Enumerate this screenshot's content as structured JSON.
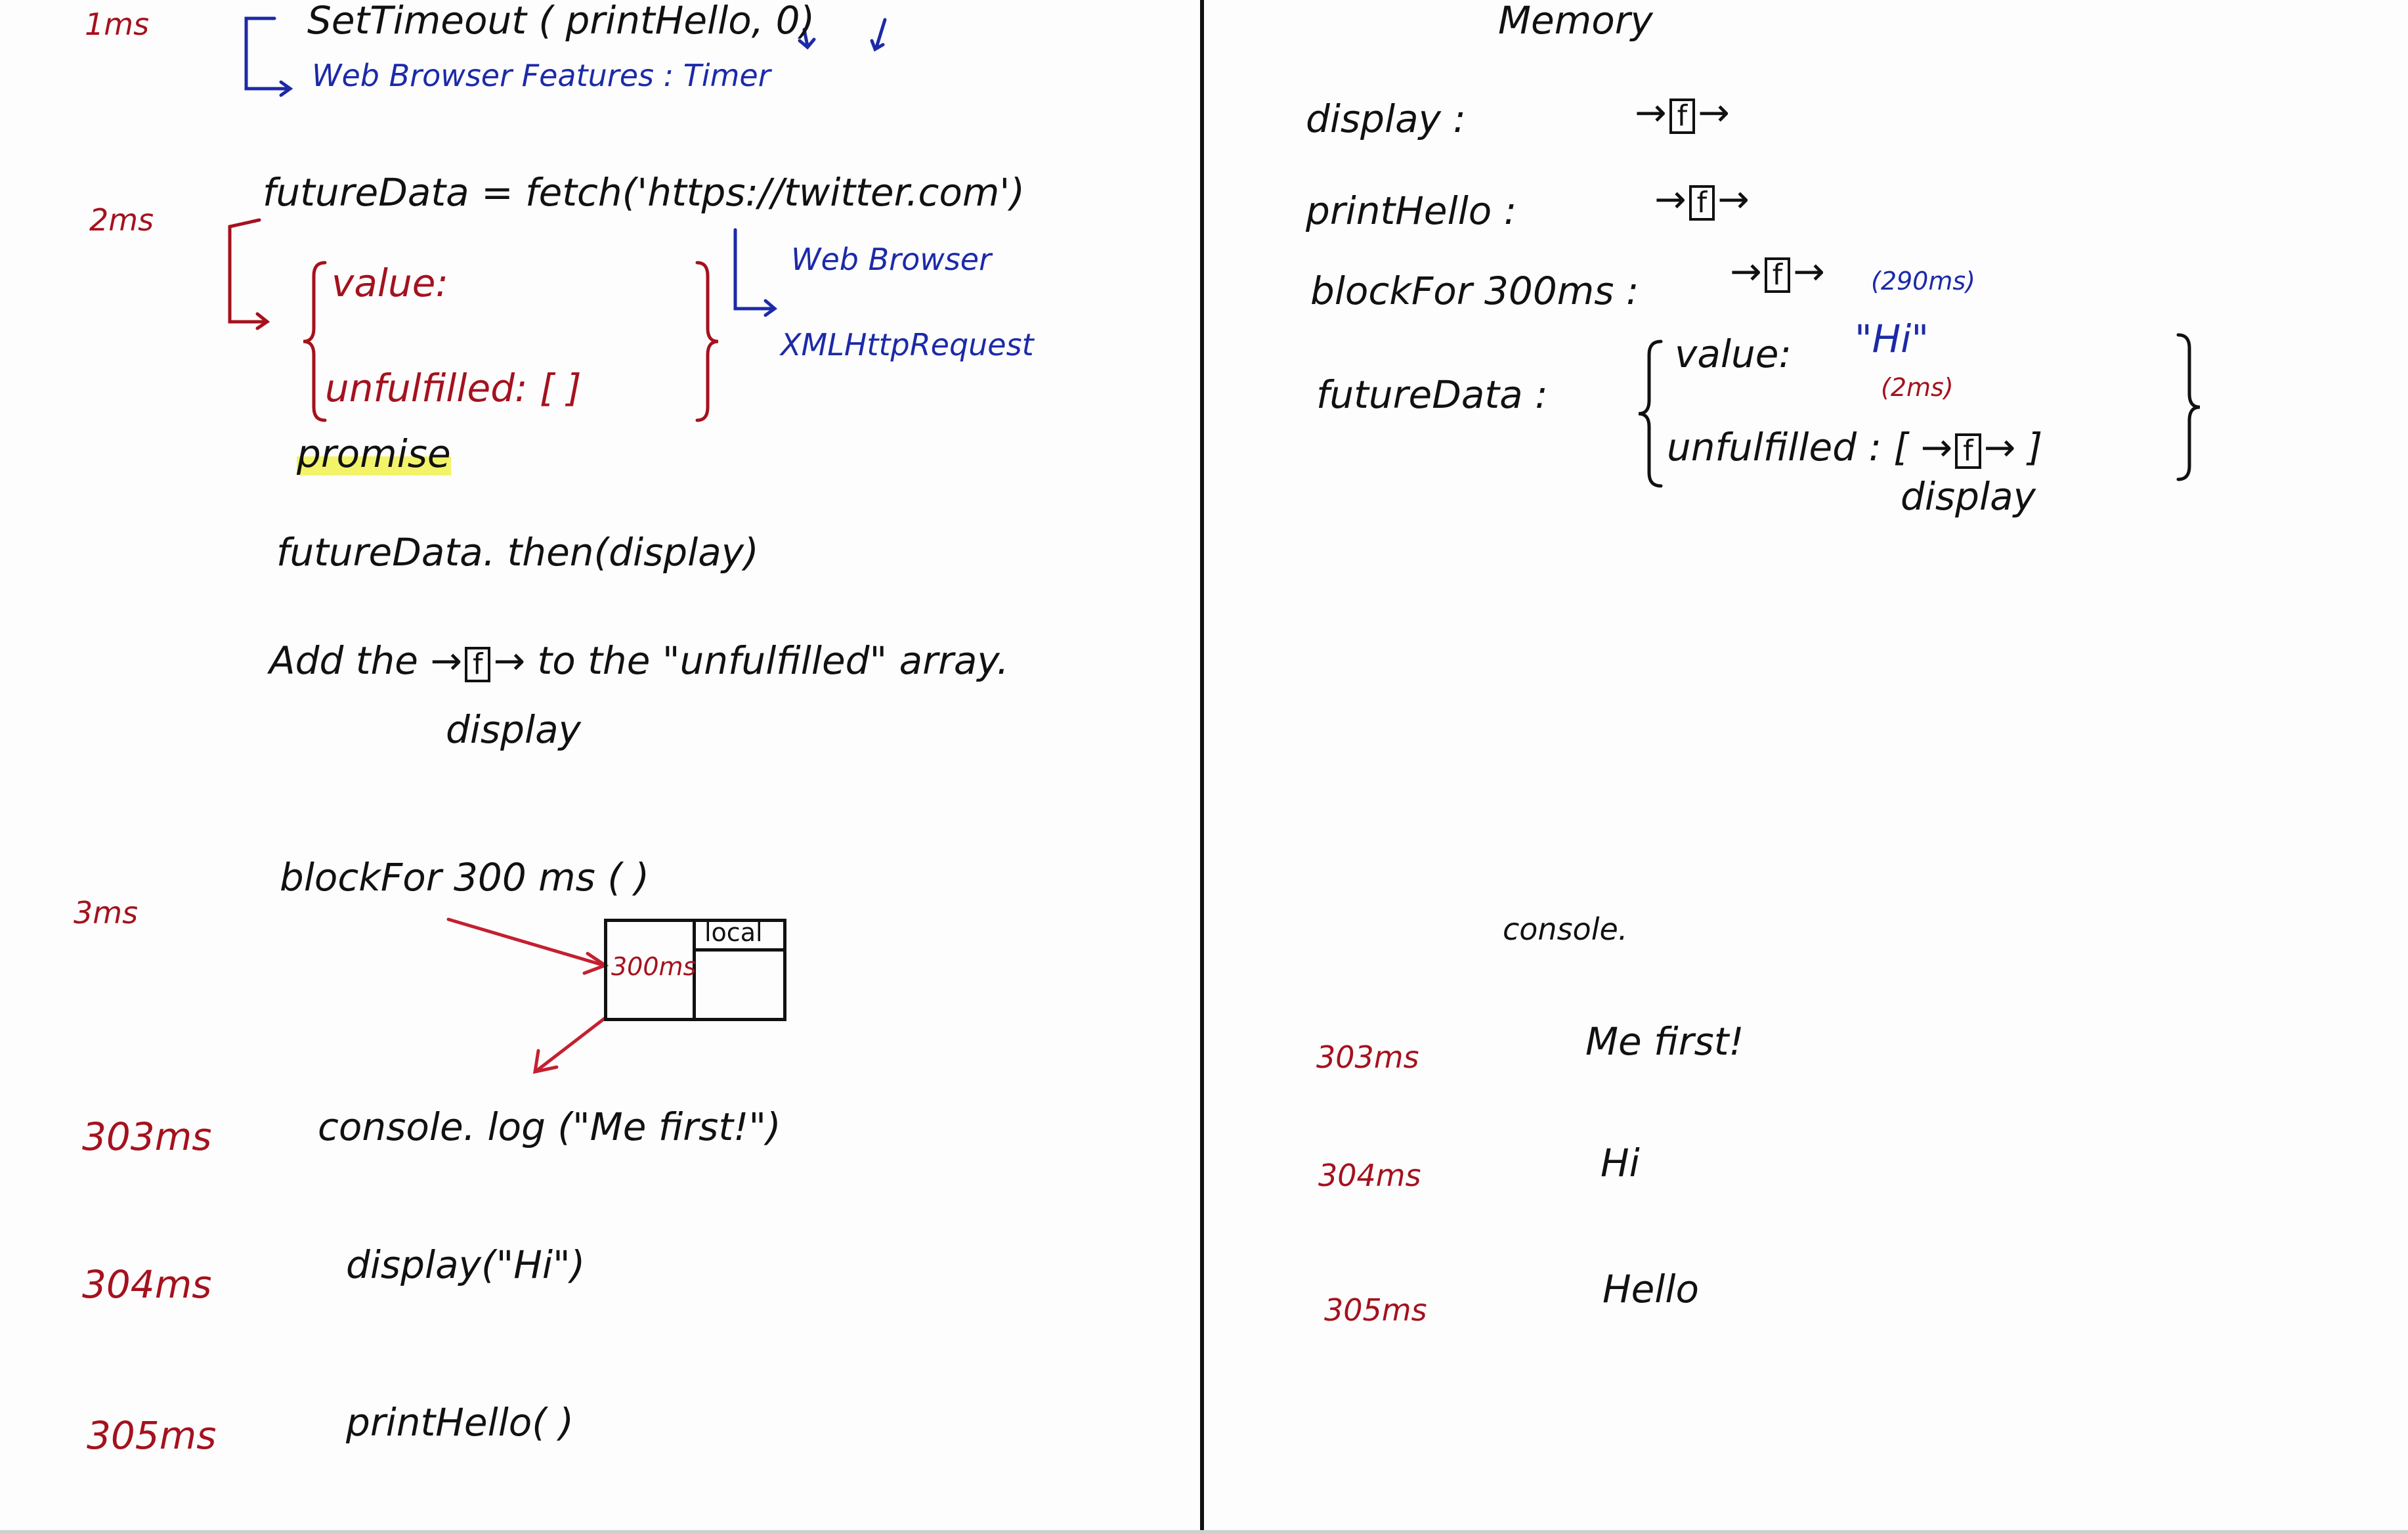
{
  "left": {
    "step1": {
      "time": "1ms",
      "code": "SetTimeout ( printHello, 0)",
      "note": "Web Browser Features : Timer"
    },
    "step2": {
      "time": "2ms",
      "code": "futureData = fetch('https://twitter.com')",
      "value_label": "value:",
      "unfulfilled_label": "unfulfilled: [ ]",
      "promise_label": "promise",
      "browser_note": "Web Browser",
      "xhr_note": "XMLHttpRequest",
      "then_code": "futureData. then(display)",
      "add_text_1": "Add the",
      "f_label": "f",
      "add_text_2": "to the \"unfulfilled\" array.",
      "display_label": "display"
    },
    "step3": {
      "time": "3ms",
      "code": "blockFor 300 ms (     )",
      "stack_local": "local",
      "stack_time": "300ms"
    },
    "step303": {
      "time": "303ms",
      "code": "console. log (\"Me first!\")"
    },
    "step304": {
      "time": "304ms",
      "code": "display(\"Hi\")"
    },
    "step305": {
      "time": "305ms",
      "code": "printHello(  )"
    }
  },
  "memory": {
    "title": "Memory",
    "f_label": "f",
    "display_label": "display :",
    "printhello_label": "printHello :",
    "blockfor_label": "blockFor 300ms :",
    "blockfor_note": "(290ms)",
    "futuredata_label": "futureData :",
    "value_label": "value:",
    "value": "\"Hi\"",
    "value_note": "(2ms)",
    "unfulfilled_label": "unfulfilled : [",
    "unfulfilled_close": "]",
    "unfulfilled_fn": "display"
  },
  "console": {
    "title": "console.",
    "entries": [
      {
        "time": "303ms",
        "output": "Me first!"
      },
      {
        "time": "304ms",
        "output": "Hi"
      },
      {
        "time": "305ms",
        "output": "Hello"
      }
    ]
  }
}
